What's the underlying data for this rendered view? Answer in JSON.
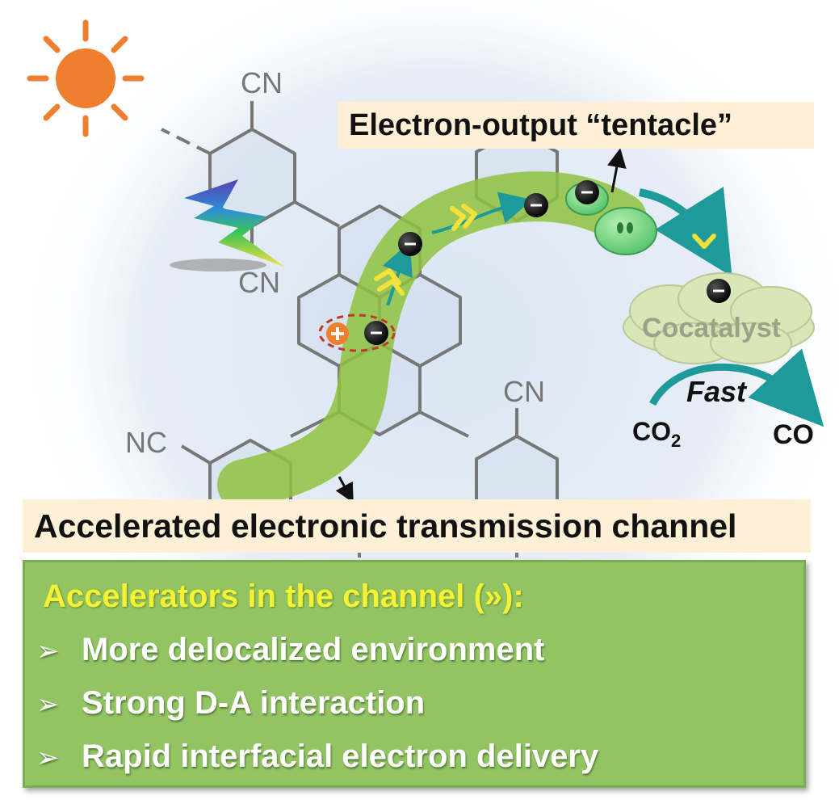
{
  "labels": {
    "cn_top": "CN",
    "cn_mid": "CN",
    "cn_right": "CN",
    "nc_left": "NC",
    "cocatalyst": "Cocatalyst",
    "fast": "Fast",
    "co2_main": "CO",
    "co2_sub": "2",
    "co": "CO",
    "tentacle": "Electron-output “tentacle”",
    "channel": "Accelerated electronic transmission channel"
  },
  "panel": {
    "title": "Accelerators in the channel (»):",
    "bullet": "➢",
    "items": [
      "More delocalized environment",
      "Strong D-A interaction",
      "Rapid interfacial electron delivery"
    ]
  },
  "colors": {
    "sun": "#ef7e2f",
    "channel_green": "#8fc23f",
    "panel_green": "#93c464",
    "label_bg": "#fdf0d6",
    "arrow_teal": "#1e9a9a",
    "accelerator_yellow": "#f2e23a",
    "cloud": "#d8e6b8",
    "hole_orange": "#ef7e2f"
  },
  "icons": [
    "sun-icon",
    "lightning-icon",
    "electron-icon",
    "hole-icon",
    "accelerator-chevron-icon",
    "tentacle-blob-icon",
    "cloud-icon"
  ]
}
